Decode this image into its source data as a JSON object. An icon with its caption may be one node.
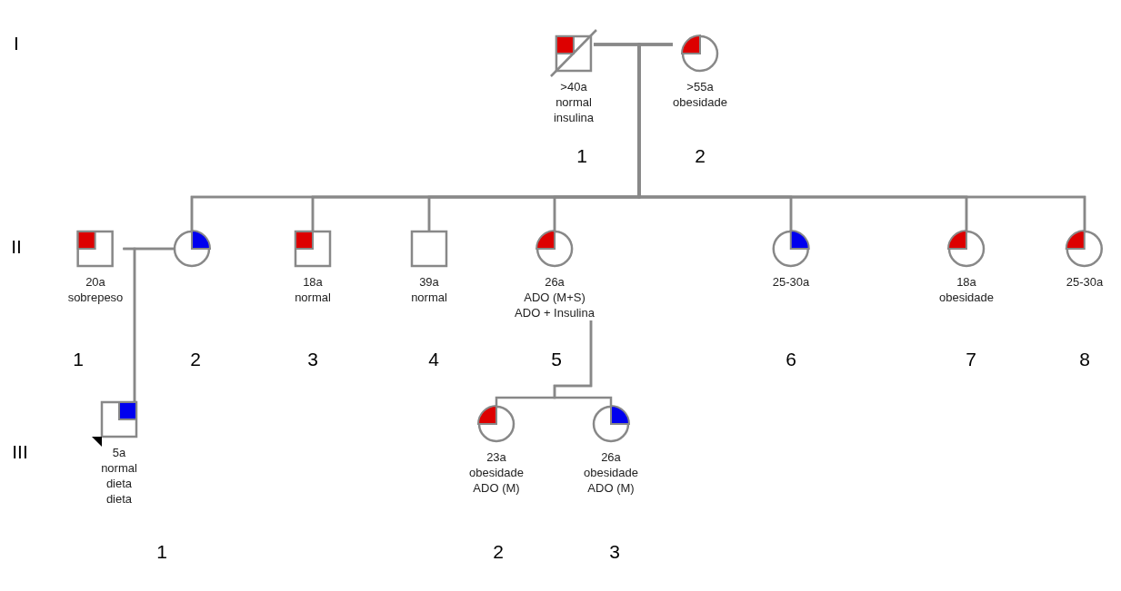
{
  "diagram": {
    "nodes": [
      {
        "text": [
          ">40a",
          "normal",
          "insulina"
        ]
      },
      {
        "text": [
          ">55a",
          "obesidade"
        ]
      },
      {
        "text": [
          "20a",
          "sobrepeso"
        ]
      },
      {
        "text": [],
        "shape": "circle"
      },
      {
        "text": [
          "18a",
          "normal"
        ]
      },
      {
        "text": [
          "39a",
          "normal"
        ]
      },
      {
        "text": [
          "26a",
          "ADO (M+S)",
          "ADO + Insulina"
        ]
      },
      {
        "text": [
          "25-30a"
        ]
      },
      {
        "text": [
          "18a",
          "obesidade"
        ]
      },
      {
        "text": [
          "25-30a"
        ]
      },
      {
        "text": [
          "5a",
          "normal",
          "dieta",
          "dieta"
        ]
      },
      {
        "text": [
          "23a",
          "obesidade",
          "ADO (M)"
        ]
      },
      {
        "text": [
          "26a",
          "obesidade",
          "ADO (M)"
        ]
      }
    ],
    "edges": [
      {
        "from": 0,
        "to": 1,
        "arrow": "none"
      },
      {
        "from": 0,
        "to": 3,
        "arrow": "none"
      },
      {
        "from": 1,
        "to": 3,
        "arrow": "none"
      },
      {
        "from": 0,
        "to": 4,
        "arrow": "none"
      },
      {
        "from": 1,
        "to": 4,
        "arrow": "none"
      },
      {
        "from": 0,
        "to": 5,
        "arrow": "none"
      },
      {
        "from": 1,
        "to": 5,
        "arrow": "none"
      },
      {
        "from": 0,
        "to": 6,
        "arrow": "none"
      },
      {
        "from": 1,
        "to": 6,
        "arrow": "none"
      },
      {
        "from": 0,
        "to": 7,
        "arrow": "none"
      },
      {
        "from": 1,
        "to": 7,
        "arrow": "none"
      },
      {
        "from": 0,
        "to": 8,
        "arrow": "none"
      },
      {
        "from": 1,
        "to": 8,
        "arrow": "none"
      },
      {
        "from": 0,
        "to": 9,
        "arrow": "none"
      },
      {
        "from": 1,
        "to": 9,
        "arrow": "none"
      },
      {
        "from": 2,
        "to": 3,
        "arrow": "none"
      },
      {
        "from": 2,
        "to": 10,
        "arrow": "none"
      },
      {
        "from": 3,
        "to": 10,
        "arrow": "none"
      },
      {
        "from": 6,
        "to": 11,
        "arrow": "none"
      },
      {
        "from": 6,
        "to": 12,
        "arrow": "none"
      }
    ],
    "labels": [
      "I",
      "1",
      "2",
      "II",
      "1",
      "2",
      "3",
      "4",
      "5",
      "6",
      "7",
      "8",
      "III",
      "1",
      "2",
      "3"
    ]
  }
}
